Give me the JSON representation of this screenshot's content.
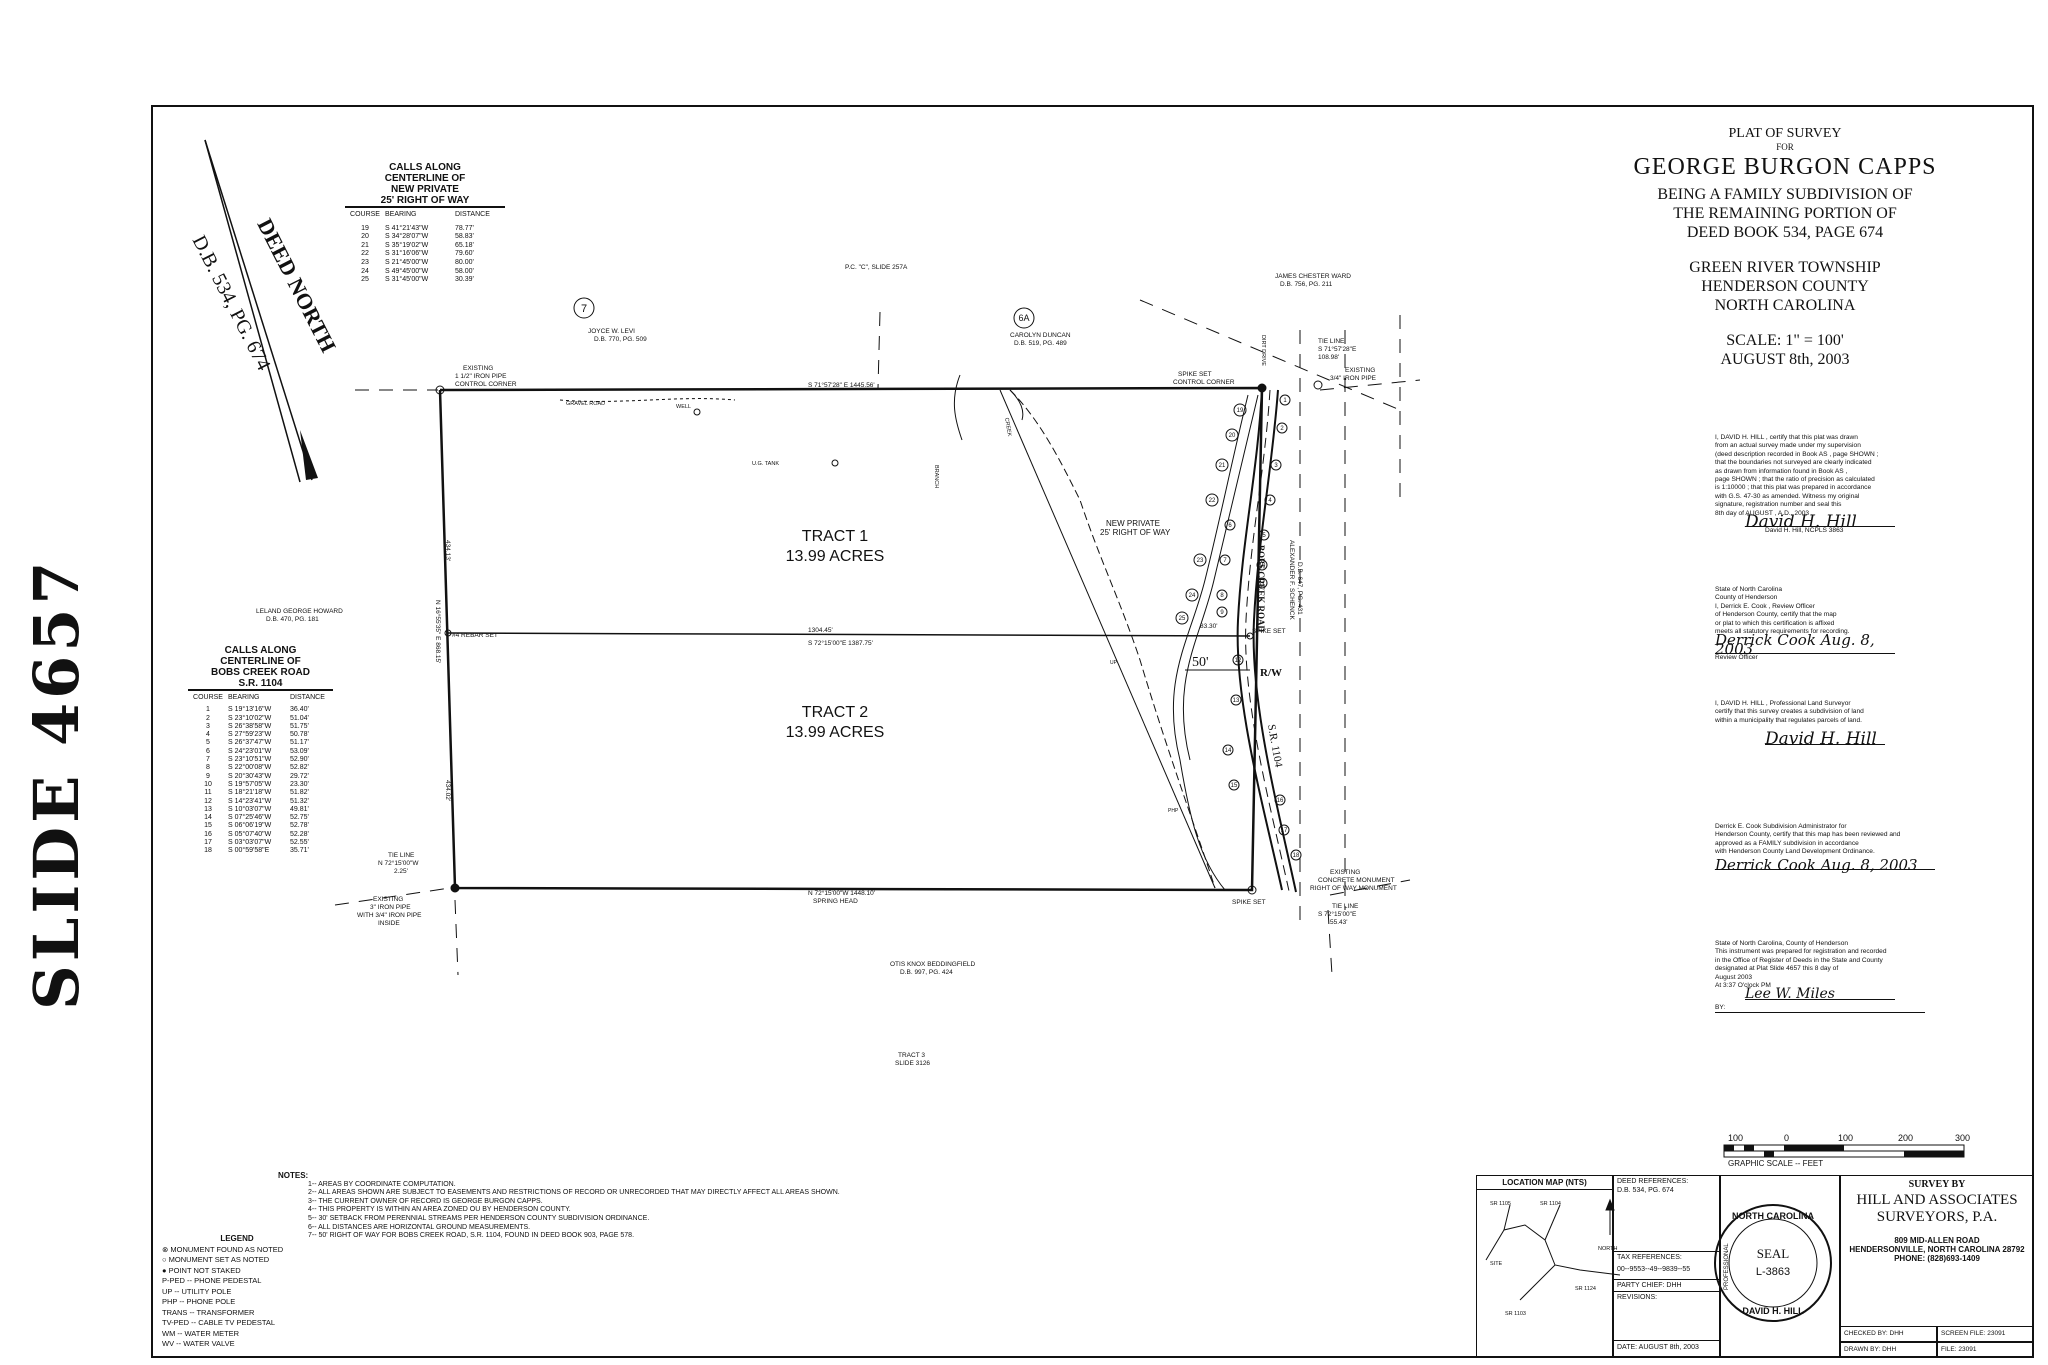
{
  "side_label": "SLIDE 4657",
  "deed_north": {
    "line1": "DEED NORTH",
    "line2": "D.B. 534, PG. 674"
  },
  "title_block": {
    "plat_of_survey": "PLAT OF SURVEY",
    "for": "FOR",
    "owner": "GEORGE BURGON CAPPS",
    "line1": "BEING A FAMILY SUBDIVISION OF",
    "line2": "THE REMAINING PORTION OF",
    "line3": "DEED BOOK 534, PAGE 674",
    "township": "GREEN RIVER TOWNSHIP",
    "county": "HENDERSON COUNTY",
    "state": "NORTH CAROLINA",
    "scale": "SCALE:  1\" = 100'",
    "date": "AUGUST 8th, 2003"
  },
  "calls_private": {
    "title": [
      "CALLS ALONG",
      "CENTERLINE OF",
      "NEW PRIVATE",
      "25' RIGHT OF WAY"
    ],
    "headers": [
      "COURSE",
      "BEARING",
      "DISTANCE"
    ],
    "rows": [
      [
        "19",
        "S 41°21'43\"W",
        "78.77'"
      ],
      [
        "20",
        "S 34°28'07\"W",
        "58.83'"
      ],
      [
        "21",
        "S 35°19'02\"W",
        "65.18'"
      ],
      [
        "22",
        "S 31°16'06\"W",
        "79.60'"
      ],
      [
        "23",
        "S 21°45'00\"W",
        "80.00'"
      ],
      [
        "24",
        "S 49°45'00\"W",
        "58.00'"
      ],
      [
        "25",
        "S 31°45'00\"W",
        "30.39'"
      ]
    ]
  },
  "calls_bobs": {
    "title": [
      "CALLS ALONG",
      "CENTERLINE OF",
      "BOBS CREEK ROAD",
      "S.R. 1104"
    ],
    "headers": [
      "COURSE",
      "BEARING",
      "DISTANCE"
    ],
    "rows": [
      [
        "1",
        "S 19°13'16\"W",
        "36.40'"
      ],
      [
        "2",
        "S 23°10'02\"W",
        "51.04'"
      ],
      [
        "3",
        "S 26°38'58\"W",
        "51.75'"
      ],
      [
        "4",
        "S 27°59'23\"W",
        "50.78'"
      ],
      [
        "5",
        "S 26°37'47\"W",
        "51.17'"
      ],
      [
        "6",
        "S 24°23'01\"W",
        "53.09'"
      ],
      [
        "7",
        "S 23°10'51\"W",
        "52.90'"
      ],
      [
        "8",
        "S 22°00'08\"W",
        "52.82'"
      ],
      [
        "9",
        "S 20°30'43\"W",
        "29.72'"
      ],
      [
        "10",
        "S 19°57'05\"W",
        "23.30'"
      ],
      [
        "11",
        "S 18°21'18\"W",
        "51.82'"
      ],
      [
        "12",
        "S 14°23'41\"W",
        "51.32'"
      ],
      [
        "13",
        "S 10°03'07\"W",
        "49.81'"
      ],
      [
        "14",
        "S 07°25'46\"W",
        "52.75'"
      ],
      [
        "15",
        "S 06°06'19\"W",
        "52.78'"
      ],
      [
        "16",
        "S 05°07'40\"W",
        "52.28'"
      ],
      [
        "17",
        "S 03°03'07\"W",
        "52.55'"
      ],
      [
        "18",
        "S 00°59'58\"E",
        "35.71'"
      ]
    ]
  },
  "map": {
    "tract1": {
      "name": "TRACT 1",
      "acres": "13.99 ACRES"
    },
    "tract2": {
      "name": "TRACT 2",
      "acres": "13.99 ACRES"
    },
    "pc_c": "P.C. \"C\", SLIDE 257A",
    "lot7": "7",
    "lot6a": "6A",
    "joyce": [
      "JOYCE W. LEVI",
      "D.B. 770, PG. 509"
    ],
    "carolyn": [
      "CAROLYN DUNCAN",
      "D.B. 519, PG. 489"
    ],
    "james": [
      "JAMES CHESTER WARD",
      "D.B. 756, PG. 211"
    ],
    "leland": [
      "LELAND GEORGE HOWARD",
      "D.B. 470, PG. 181"
    ],
    "otis": [
      "OTIS KNOX BEDDINGFIELD",
      "D.B. 997, PG. 424"
    ],
    "tract3": [
      "TRACT 3",
      "SLIDE 3126"
    ],
    "alexander": [
      "ALEXANDER F. SCHENCK",
      "D.B. 647, PG. 431"
    ],
    "existing_pipe_nw": [
      "EXISTING",
      "1 1/2\" IRON PIPE",
      "CONTROL CORNER"
    ],
    "spike_control": [
      "SPIKE SET",
      "CONTROL CORNER"
    ],
    "tie_line_ne": [
      "TIE LINE",
      "S 71°57'28\"E",
      "108.98'"
    ],
    "existing_pipe_ne": [
      "EXISTING",
      "3/4\" IRON PIPE"
    ],
    "top_bearing": "S 71°57'28\" E   1445.56'",
    "mid_dist": "1304.45'",
    "mid_bearing": "S 72°15'00\"E   1387.75'",
    "rebar": "#4 REBAR SET",
    "spike_mid": "SPIKE SET",
    "dist_83": "83.30'",
    "fifty": "50'",
    "rw": "R/W",
    "bottom_bearing": "N 72°15'00\"W   1448.10'",
    "spring_head": "SPRING HEAD",
    "spike_bottom": "SPIKE SET",
    "tie_line_sw": [
      "TIE LINE",
      "N 72°15'00\"W",
      "2.25'"
    ],
    "existing_pipe_sw": [
      "EXISTING",
      "3\" IRON PIPE",
      "WITH 3/4\" IRON PIPE",
      "INSIDE"
    ],
    "existing_monument": [
      "EXISTING",
      "CONCRETE MONUMENT",
      "RIGHT OF WAY MONUMENT"
    ],
    "tie_line_se": [
      "TIE LINE",
      "S 72°15'00\"E",
      "55.43'"
    ],
    "west_top": "434.13'",
    "west_bearing": "N 16°55'35\" E   868.15'",
    "west_bottom": "434.02'",
    "gravel_road": "GRAVEL ROAD",
    "well": "WELL",
    "ug_tank": "U.G. TANK",
    "branch": "BRANCH",
    "creek": "CREEK",
    "new_private": [
      "NEW PRIVATE",
      "25' RIGHT OF WAY"
    ],
    "bobs_creek": "BOBS CREEK ROAD",
    "sr1104": "S.R. 1104",
    "dirt_drive": "DIRT DRIVE",
    "up": "UP",
    "php": "PHP"
  },
  "cert1": {
    "lines": [
      "I,   DAVID H. HILL   , certify that this plat was drawn",
      "from an actual survey made under my supervision",
      "(deed description recorded in Book  AS  , page SHOWN ;",
      "that the boundaries not surveyed are clearly indicated",
      "as drawn from information found in Book   AS   ,",
      "page SHOWN ; that the ratio of precision as calculated",
      "is 1:10000 ; that this plat was prepared in accordance",
      "with G.S. 47-30 as amended.  Witness my original",
      "signature, registration number and seal this",
      "  8th   day of  AUGUST  , A.D., 2003 ."
    ],
    "signature": "David H. Hill",
    "caption": "David H. Hill, NCPLS 3863"
  },
  "cert2": {
    "lines": [
      "State of North Carolina",
      "County of Henderson",
      "I,  Derrick E. Cook  , Review Officer",
      "of Henderson County, certify that the map",
      "or plat to which this certification is affixed",
      "meets all statutory requirements for recording."
    ],
    "signature": "Derrick Cook  Aug. 8, 2003",
    "caption": "Review Officer"
  },
  "cert3": {
    "lines": [
      "I,   DAVID H. HILL   , Professional Land Surveyor",
      "certify that this survey creates a subdivision of land",
      "within a municipality that regulates parcels of land."
    ],
    "signature": "David H. Hill"
  },
  "cert4": {
    "lines": [
      "Derrick E. Cook  Subdivision Administrator for",
      "Henderson County, certify that this map has been reviewed and",
      "approved as a  FAMILY  subdivision in accordance",
      "with Henderson County Land Development Ordinance."
    ],
    "signature": "Derrick Cook  Aug. 8, 2003"
  },
  "cert5": {
    "lines": [
      "State of North Carolina, County of Henderson",
      "This instrument was prepared for registration and recorded",
      "in the Office of Register of Deeds in the State and County",
      "designated at Plat Slide  4657  this   8    day of",
      "  August    2003",
      "At  3:37   O'clock  PM"
    ],
    "signature": "Lee W. Miles",
    "by": "BY:"
  },
  "scale_bar": {
    "labels": [
      "100",
      "0",
      "100",
      "200",
      "300"
    ],
    "caption": "GRAPHIC SCALE -- FEET"
  },
  "notes": {
    "title": "NOTES:",
    "items": [
      "1-- AREAS BY COORDINATE COMPUTATION.",
      "2-- ALL AREAS SHOWN ARE SUBJECT TO EASEMENTS AND RESTRICTIONS OF RECORD OR UNRECORDED THAT MAY DIRECTLY AFFECT ALL AREAS SHOWN.",
      "3-- THE CURRENT OWNER OF RECORD IS GEORGE BURGON CAPPS.",
      "4-- THIS PROPERTY IS WITHIN AN AREA ZONED OU BY HENDERSON COUNTY.",
      "5-- 30' SETBACK FROM PERENNIAL STREAMS PER HENDERSON COUNTY SUBDIVISION ORDINANCE.",
      "6-- ALL DISTANCES ARE HORIZONTAL GROUND MEASUREMENTS.",
      "7-- 50' RIGHT OF WAY FOR BOBS CREEK ROAD, S.R. 1104, FOUND IN DEED BOOK 903, PAGE 578."
    ]
  },
  "legend": {
    "title": "LEGEND",
    "items": [
      "⊗ MONUMENT FOUND AS NOTED",
      "○ MONUMENT SET AS NOTED",
      "● POINT NOT STAKED",
      "P-PED -- PHONE PEDESTAL",
      "UP -- UTILITY POLE",
      "PHP -- PHONE POLE",
      "TRANS -- TRANSFORMER",
      "TV-PED -- CABLE TV PEDESTAL",
      "WM -- WATER METER",
      "WV -- WATER VALVE"
    ]
  },
  "location_map": {
    "title": "LOCATION MAP (NTS)",
    "labels": [
      "SR 1105",
      "SR 1104",
      "SITE",
      "SR 1124",
      "SR 1103",
      "NORTH"
    ]
  },
  "deed_refs": {
    "label": "DEED REFERENCES:",
    "value": "D.B. 534, PG. 674"
  },
  "tax_refs": {
    "label": "TAX REFERENCES:",
    "value": "00--9553--49--9839--55"
  },
  "party_chief": {
    "label": "PARTY CHIEF:",
    "value": "DHH"
  },
  "revisions": {
    "label": "REVISIONS:"
  },
  "date_box": {
    "label": "DATE:",
    "value": "AUGUST 8th, 2003"
  },
  "seal": {
    "top": "NORTH CAROLINA",
    "line1": "SEAL",
    "line2": "L-3863",
    "bottom": "DAVID H. HILL",
    "left": "PROFESSIONAL"
  },
  "surveyor": {
    "label": "SURVEY BY",
    "firm1": "HILL AND ASSOCIATES",
    "firm2": "SURVEYORS, P.A.",
    "addr1": "809 MID-ALLEN ROAD",
    "addr2": "HENDERSONVILLE, NORTH CAROLINA 28792",
    "phone": "PHONE: (828)693-1409",
    "checked_label": "CHECKED BY:",
    "checked": "DHH",
    "drawn_label": "DRAWN BY:",
    "drawn": "DHH",
    "screen_label": "SCREEN FILE:",
    "screen": "23091",
    "file_label": "FILE:",
    "file": "23091"
  }
}
